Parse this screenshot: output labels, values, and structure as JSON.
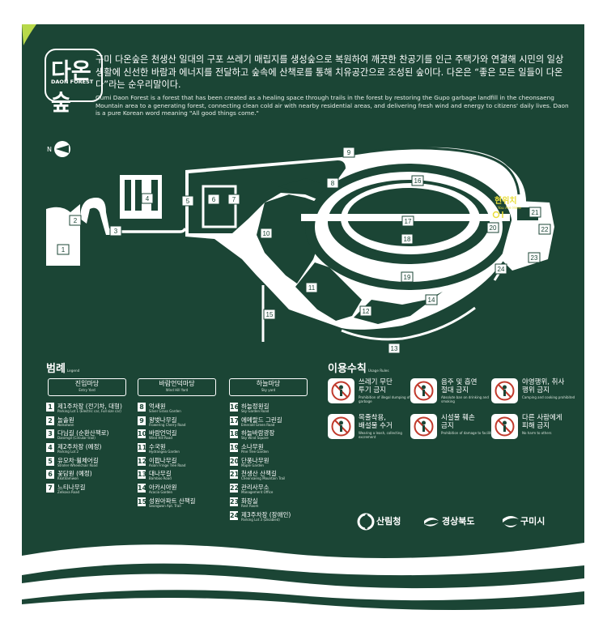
{
  "title": "다온숲",
  "title_en": "DAON FOREST",
  "intro_ko": "구미 다온숲은 천생산 일대의 구포 쓰레기 매립지를 생성숲으로 복원하여 깨끗한 찬공기를 인근 주택가와 연결해 시민의 일상 생활에 신선한 바람과 에너지를 전달하고 숲속에 산책로를 통해 치유공간으로 조성된 숲이다. 다온은 “좋은 모든 일들이 다온다”라는 순우리말이다.",
  "intro_en": "Gumi Daon Forest is a forest that has been created as a healing space through trails in the forest by restoring the Gupo garbage landfill in the cheonsaeng Mountain area to a generating forest, connecting clean cold air with nearby residential areas, and delivering fresh wind and energy to citizens' daily lives. Daon is a pure Korean word meaning \"All good things come.\"",
  "map": {
    "compass": "N",
    "you_are_here_ko": "현위치",
    "you_are_here_en": "You Are Here",
    "labels": [
      "1",
      "2",
      "3",
      "4",
      "5",
      "6",
      "7",
      "8",
      "9",
      "10",
      "11",
      "12",
      "13",
      "14",
      "15",
      "16",
      "17",
      "18",
      "19",
      "20",
      "21",
      "22",
      "23",
      "24"
    ]
  },
  "legend": {
    "title": "범례",
    "title_en": "Legend",
    "categories": [
      {
        "ko": "진입마당",
        "en": "Entry Yard"
      },
      {
        "ko": "바람언덕마당",
        "en": "Wind Hill Yard"
      },
      {
        "ko": "하늘마당",
        "en": "Sky yard"
      }
    ],
    "col1": [
      {
        "n": "1",
        "ko": "제1주차장 (전기차, 대형)",
        "en": "Parking Lot 1 (Electric car, Full size car)"
      },
      {
        "n": "2",
        "ko": "놀솔원",
        "en": "Nolsolwon"
      },
      {
        "n": "3",
        "ko": "다님길 (순환산책로)",
        "en": "Danimgil (Circular trail)"
      },
      {
        "n": "4",
        "ko": "제2주차장 (예정)",
        "en": "Parking Lot 2"
      },
      {
        "n": "5",
        "ko": "유모차·휠체어길",
        "en": "Stroller·Wheelchair Road"
      },
      {
        "n": "6",
        "ko": "꽃담원 (예정)",
        "en": "Kkotdamwon"
      },
      {
        "n": "7",
        "ko": "느티나무길",
        "en": "Zelkova Road"
      }
    ],
    "col2": [
      {
        "n": "8",
        "ko": "억새원",
        "en": "Silver Grass Garden"
      },
      {
        "n": "9",
        "ko": "왕벚나무길",
        "en": "Flowering Cherry Road"
      },
      {
        "n": "10",
        "ko": "바람언덕길",
        "en": "Wind Hill Road"
      },
      {
        "n": "11",
        "ko": "수국원",
        "en": "Hydrangea Garden"
      },
      {
        "n": "12",
        "ko": "이팝나무길",
        "en": "Asian Fringe Tree Road"
      },
      {
        "n": "13",
        "ko": "대나무길",
        "en": "Bamboo Road"
      },
      {
        "n": "14",
        "ko": "아카시아원",
        "en": "Acacia Garden"
      },
      {
        "n": "15",
        "ko": "성원아파트 산책길",
        "en": "Seongwon Apt. Trail"
      }
    ],
    "col3": [
      {
        "n": "16",
        "ko": "하늘정원길",
        "en": "Sky Garden Road"
      },
      {
        "n": "17",
        "ko": "에메랄드 그린길",
        "en": "Emerald Green Road"
      },
      {
        "n": "18",
        "ko": "하늘바람광장",
        "en": "Sky Wind Square"
      },
      {
        "n": "19",
        "ko": "소나무원",
        "en": "Pine Tree Garden"
      },
      {
        "n": "20",
        "ko": "단풍나무원",
        "en": "Maple Garden"
      },
      {
        "n": "21",
        "ko": "천생산 산책길",
        "en": "Cheonsaeng Mountain Trail"
      },
      {
        "n": "22",
        "ko": "관리사무소",
        "en": "Management Office"
      },
      {
        "n": "23",
        "ko": "화장실",
        "en": "Rest Room"
      },
      {
        "n": "24",
        "ko": "제3주차장 (장애인)",
        "en": "Parking Lot 3 (Disabled)"
      }
    ]
  },
  "rules": {
    "title": "이용수칙",
    "title_en": "Usage Rules",
    "items": [
      {
        "ko1": "쓰레기 무단",
        "ko2": "투기 금지",
        "en": "Prohibition of illegal dumping of garbage",
        "icon": "no-littering-icon"
      },
      {
        "ko1": "음주 및 흡연",
        "ko2": "절대 금지",
        "en": "Absolute ban on drinking and smoking",
        "icon": "no-drinking-smoking-icon"
      },
      {
        "ko1": "야영행위, 취사",
        "ko2": "행위 금지",
        "en": "Camping and cooking prohibited",
        "icon": "no-camping-icon"
      },
      {
        "ko1": "목줄착용,",
        "ko2": "배설물 수거",
        "en": "Wearing a leash, collecting excrement",
        "icon": "dog-leash-icon"
      },
      {
        "ko1": "시설물 훼손",
        "ko2": "금지",
        "en": "Prohibition of damage to facilities",
        "icon": "no-damage-icon"
      },
      {
        "ko1": "다른 사람에게",
        "ko2": "피해 금지",
        "en": "No harm to others",
        "icon": "no-harm-icon"
      }
    ]
  },
  "orgs": [
    "산림청",
    "경상북도",
    "구미시"
  ],
  "colors": {
    "board": "#1b4535",
    "accent": "#e9dd3a",
    "wave": "#ffffff"
  }
}
